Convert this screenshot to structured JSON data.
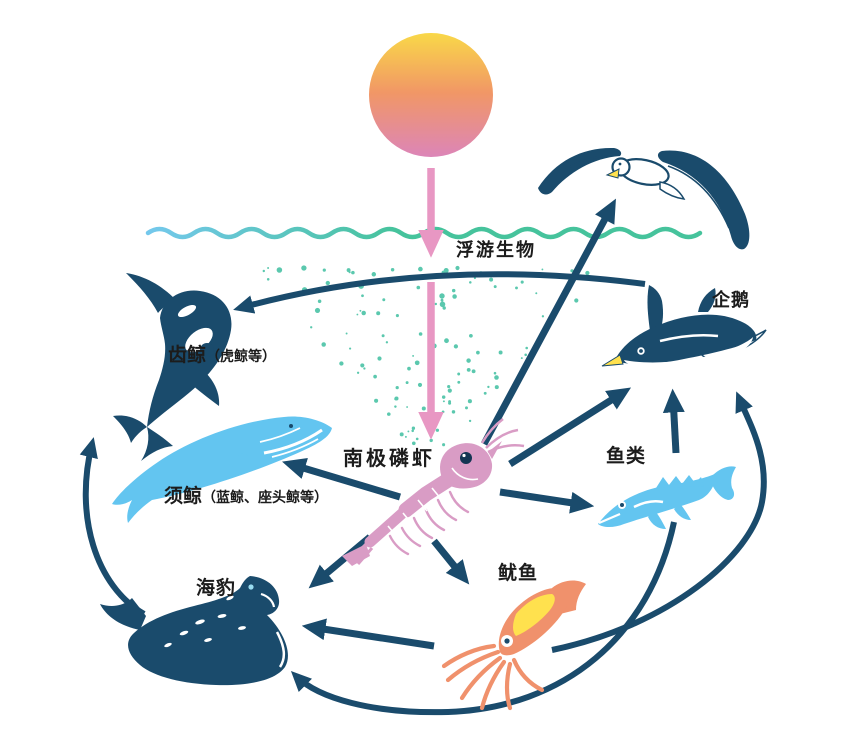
{
  "labels": {
    "plankton": "浮游生物",
    "krill": "南极磷虾",
    "toothed_whale_main": "齿鲸",
    "toothed_whale_note": "（虎鲸等）",
    "baleen_whale_main": "须鲸",
    "baleen_whale_note": "（蓝鲸、座头鲸等）",
    "seal": "海豹",
    "squid": "鱿鱼",
    "fish": "鱼类",
    "penguin": "企鹅"
  },
  "food_web": {
    "nodes": [
      {
        "id": "sun",
        "label": ""
      },
      {
        "id": "plankton",
        "label": "浮游生物"
      },
      {
        "id": "krill",
        "label": "南极磷虾"
      },
      {
        "id": "toothed_whale",
        "label": "齿鲸（虎鲸等）"
      },
      {
        "id": "baleen_whale",
        "label": "须鲸（蓝鲸、座头鲸等）"
      },
      {
        "id": "seal",
        "label": "海豹"
      },
      {
        "id": "squid",
        "label": "鱿鱼"
      },
      {
        "id": "fish",
        "label": "鱼类"
      },
      {
        "id": "penguin",
        "label": "企鹅"
      },
      {
        "id": "seabird",
        "label": ""
      }
    ],
    "edges": [
      {
        "from": "sun",
        "to": "plankton",
        "style": "pink"
      },
      {
        "from": "plankton",
        "to": "krill",
        "style": "pink"
      },
      {
        "from": "krill",
        "to": "baleen_whale",
        "style": "navy"
      },
      {
        "from": "krill",
        "to": "seal",
        "style": "navy"
      },
      {
        "from": "krill",
        "to": "squid",
        "style": "navy"
      },
      {
        "from": "krill",
        "to": "fish",
        "style": "navy"
      },
      {
        "from": "krill",
        "to": "penguin",
        "style": "navy"
      },
      {
        "from": "krill",
        "to": "seabird",
        "style": "navy"
      },
      {
        "from": "fish",
        "to": "penguin",
        "style": "navy"
      },
      {
        "from": "fish",
        "to": "seal",
        "style": "navy"
      },
      {
        "from": "squid",
        "to": "seal",
        "style": "navy"
      },
      {
        "from": "squid",
        "to": "penguin",
        "style": "navy"
      },
      {
        "from": "seal",
        "to": "toothed_whale",
        "style": "navy"
      },
      {
        "from": "penguin",
        "to": "toothed_whale",
        "style": "navy"
      }
    ]
  },
  "colors": {
    "navy": "#1a4b6c",
    "lightblue": "#63c5f0",
    "pink": "#d99cc5",
    "pink_arrow": "#e897c3",
    "orange": "#f0916c",
    "yellow": "#ffe14e",
    "teal": "#3fbfa0",
    "wave_left": "#74c8ec",
    "wave_right": "#46c39c",
    "sun_top": "#f9d848",
    "sun_mid": "#f19766",
    "sun_bottom": "#dc85b8",
    "text": "#1c1c1c",
    "background": "#ffffff"
  }
}
